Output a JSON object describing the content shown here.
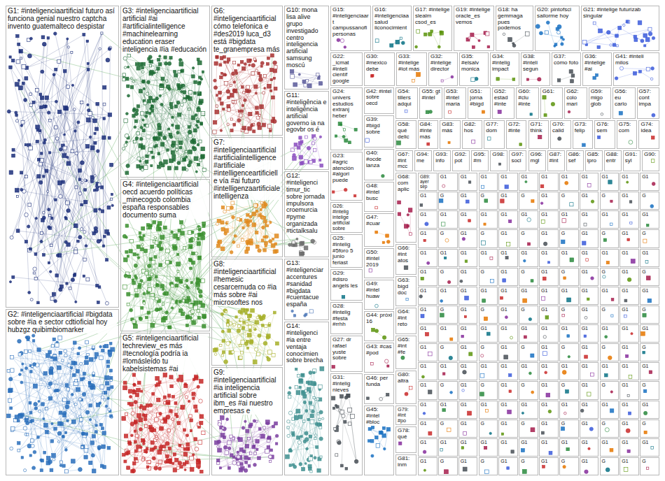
{
  "diagram": {
    "nodes": [
      {
        "text": [
          "G1: #inteligenciaartificial futuro así funciona genial nuestro captcha invento guatemalteco despistar"
        ]
      },
      {
        "text": [
          "G2: #inteligenciaartificial #bigdata sobre #ia e sector cdtioficial hoy hubzgz quibimbiomarker"
        ]
      },
      {
        "text": [
          "G3: #inteligenciaartificial artificial #ai #artificialintelligence #machinelearning education eraser inteligencia #ia #educación"
        ]
      },
      {
        "text": [
          "G4: #inteligenciaartificial oecd acuerdo políticas _minecogob colombia españa responsables documento suma"
        ]
      },
      {
        "text": [
          "G5: #inteligenciaartificial techreview_es más #tecnología podría ia #lomásleído tu kabelsistemas #ai"
        ]
      },
      {
        "text": [
          "G6: #inteligenciaartificial cómo telefonica e #des2019 luca_d3 está #bigdata te_granempresa más"
        ]
      },
      {
        "text": [
          "G7: #inteligenciaartificial #artificialintelligence #artificiale #intelligenceartificielle vía #ai futuro #intelligenzaartificiale intelligenza"
        ]
      },
      {
        "text": [
          "G8: #inteligenciaartificial #hemesic cesarcernuda co #ia más sobre #ai microsoftes nos"
        ]
      },
      {
        "text": [
          "G9: #inteligenciaartificial #ia inteligencia artificial sobre ibm_es #ai nuestro empresas e"
        ]
      },
      {
        "text": [
          "G10: mona lisa alive grupo investigado centro inteligencia artificial samsung moscú"
        ]
      },
      {
        "text": [
          "G11: #inteligência e inteligência artificial governo ia na egovbr os é"
        ]
      },
      {
        "text": [
          "G12: #inteligenci timur_tic sobre jornada impulsora croemurcia #pyme organizada #tictalksalu"
        ]
      },
      {
        "text": [
          "G13: #inteligenciar accentures #sanidad #bigdata #cuentacue españa"
        ]
      },
      {
        "text": [
          "G14: #inteligenci #ia entre ventaja conocimien sobre brecha"
        ]
      },
      {
        "text": [
          "G15: #inteligenciaart campussanofi personas"
        ]
      },
      {
        "text": [
          "G16: #inteligenciaa salud iiconocimient"
        ]
      },
      {
        "text": [
          "G17: #intelige slealm csod_es"
        ]
      },
      {
        "text": [
          "G19: #intelige oracle_es vemos"
        ]
      },
      {
        "text": [
          "G18: ha gemmaga pues podemos"
        ]
      },
      {
        "text": [
          "G20: pintofsci sailorme hoy"
        ]
      },
      {
        "text": [
          "G21: #intelige futurizab singular"
        ]
      },
      {
        "text": [
          "G22: _icmat #inteli científ google"
        ]
      },
      {
        "text": [
          "G30: #mexico debe"
        ]
      },
      {
        "text": [
          "G33: #intelige #iot más"
        ]
      },
      {
        "text": [
          "G32: #intelige director"
        ]
      },
      {
        "text": [
          "G35: #elsalv monica"
        ]
      },
      {
        "text": [
          "G34: #intelig impact"
        ]
      },
      {
        "text": [
          "G38: #inteli segun"
        ]
      },
      {
        "text": [
          "G37: cómo foto"
        ]
      },
      {
        "text": [
          "G36: #intelige #ai"
        ]
      },
      {
        "text": [
          "G41: #inteli milos"
        ]
      },
      {
        "text": [
          "G24: univers estudios extranj heber"
        ]
      },
      {
        "text": [
          "G23: #agric atención #algori puede"
        ]
      },
      {
        "text": [
          "G26: #intelig intelige artificial sobre"
        ]
      },
      {
        "text": [
          "G25: #intelig #5foro 5 junio feriast"
        ]
      },
      {
        "text": [
          "G29: #disro angels les"
        ]
      },
      {
        "text": [
          "G28: #intelig #festa #rrhh"
        ]
      },
      {
        "text": [
          "G27: dr rafael yuste sobre"
        ]
      },
      {
        "text": [
          "G31: #intelig nieves"
        ]
      },
      {
        "text": [
          "G42: #intel sobre oecd"
        ]
      },
      {
        "text": [
          "G39: #bigd sobre"
        ]
      },
      {
        "text": [
          "G40: #ocde lanza"
        ]
      },
      {
        "text": [
          "G48: #intel busc"
        ]
      },
      {
        "text": [
          "G47: #cuar"
        ]
      },
      {
        "text": [
          "G50: #intel 2019"
        ]
      },
      {
        "text": [
          "G49: #intel huaw"
        ]
      },
      {
        "text": [
          "G44: próxi 16"
        ]
      },
      {
        "text": [
          "G43: #cas #pod"
        ]
      },
      {
        "text": [
          "G46: per funda"
        ]
      },
      {
        "text": [
          "G45: #intel #bloc"
        ]
      },
      {
        "text": [
          "G54: tillers adqui"
        ]
      },
      {
        "text": [
          "G55: gt #intel"
        ]
      },
      {
        "text": [
          "G53: #intel maria"
        ]
      },
      {
        "text": [
          "G51: jorna #bigd"
        ]
      },
      {
        "text": [
          "G52: estad #inte"
        ]
      },
      {
        "text": [
          "G60: #clu #inte"
        ]
      },
      {
        "text": [
          "G61:"
        ]
      },
      {
        "text": [
          "G62: colo mari"
        ]
      },
      {
        "text": [
          "G59: migo glob"
        ]
      },
      {
        "text": [
          "G56: eu carlo"
        ]
      },
      {
        "text": [
          "G57: cont impa"
        ]
      },
      {
        "text": [
          "G58: qué delic"
        ]
      },
      {
        "text": [
          "G84: #inte más"
        ]
      },
      {
        "text": [
          "G83: más"
        ]
      },
      {
        "text": [
          "G82: hos"
        ]
      },
      {
        "text": [
          "G77: dom"
        ]
      },
      {
        "text": [
          "G72: #inte"
        ]
      },
      {
        "text": [
          "G71: think"
        ]
      },
      {
        "text": [
          "G70: calid"
        ]
      },
      {
        "text": [
          "G73: felip"
        ]
      },
      {
        "text": [
          "G76: sem"
        ]
      },
      {
        "text": [
          "G75: com"
        ]
      },
      {
        "text": [
          "G74: idea"
        ]
      },
      {
        "text": [
          "G67: #int mcc"
        ]
      },
      {
        "text": [
          "G94: me"
        ]
      },
      {
        "text": [
          "G93: info"
        ]
      },
      {
        "text": [
          "G92: pot"
        ]
      },
      {
        "text": [
          "G95: #m"
        ]
      },
      {
        "text": [
          "G98:"
        ]
      },
      {
        "text": [
          "G97: soci"
        ]
      },
      {
        "text": [
          "G96: mgl"
        ]
      },
      {
        "text": [
          "G87: #int"
        ]
      },
      {
        "text": [
          "G86: sef"
        ]
      },
      {
        "text": [
          "G85: ipro"
        ]
      },
      {
        "text": [
          "G88: entr"
        ]
      },
      {
        "text": [
          "G91: syl"
        ]
      },
      {
        "text": [
          "G90:"
        ]
      },
      {
        "text": [
          "G68: com aplic"
        ]
      },
      {
        "text": [
          "G66: #int atos"
        ]
      },
      {
        "text": [
          "G63: bigd doc"
        ]
      },
      {
        "text": [
          "G64: #int reto"
        ]
      },
      {
        "text": [
          "G65: #int #fe"
        ]
      },
      {
        "text": [
          "G80: altra"
        ]
      },
      {
        "text": [
          "G79: #int #po"
        ]
      },
      {
        "text": [
          "G78: qué"
        ]
      },
      {
        "text": [
          "G81: inm"
        ]
      },
      {
        "text": [
          "G89: ayer sep"
        ]
      },
      {
        "text": [
          "G1"
        ]
      },
      {
        "text": [
          "G1"
        ]
      },
      {
        "text": [
          "G1"
        ]
      },
      {
        "text": [
          "G1"
        ]
      },
      {
        "text": [
          "G1"
        ]
      },
      {
        "text": [
          "G1"
        ]
      },
      {
        "text": [
          "G1"
        ]
      },
      {
        "text": [
          "G1"
        ]
      },
      {
        "text": [
          "G1"
        ]
      },
      {
        "text": [
          "G1"
        ]
      },
      {
        "text": [
          "G1"
        ]
      },
      {
        "text": [
          "G1"
        ]
      },
      {
        "text": [
          "G"
        ]
      },
      {
        "text": [
          "G1"
        ]
      },
      {
        "text": [
          "G"
        ]
      },
      {
        "text": [
          "G1"
        ]
      },
      {
        "text": [
          "G"
        ]
      },
      {
        "text": [
          "G1"
        ]
      },
      {
        "text": [
          "G"
        ]
      },
      {
        "text": [
          "G1"
        ]
      },
      {
        "text": [
          "G"
        ]
      },
      {
        "text": [
          "G1"
        ]
      },
      {
        "text": [
          "G"
        ]
      },
      {
        "text": [
          "G1"
        ]
      },
      {
        "text": [
          "G1"
        ]
      },
      {
        "text": [
          "G1"
        ]
      },
      {
        "text": [
          "G1"
        ]
      },
      {
        "text": [
          "G1"
        ]
      },
      {
        "text": [
          "G1"
        ]
      },
      {
        "text": [
          "G1"
        ]
      },
      {
        "text": [
          "G1"
        ]
      },
      {
        "text": [
          "G1"
        ]
      },
      {
        "text": [
          "G1"
        ]
      },
      {
        "text": [
          "G1"
        ]
      },
      {
        "text": [
          "G1"
        ]
      },
      {
        "text": [
          "G1"
        ]
      },
      {
        "text": [
          "G"
        ]
      },
      {
        "text": [
          "G1"
        ]
      },
      {
        "text": [
          "G"
        ]
      },
      {
        "text": [
          "G1"
        ]
      },
      {
        "text": [
          "G"
        ]
      },
      {
        "text": [
          "G1"
        ]
      },
      {
        "text": [
          "G"
        ]
      },
      {
        "text": [
          "G1"
        ]
      },
      {
        "text": [
          "G"
        ]
      },
      {
        "text": [
          "G1"
        ]
      },
      {
        "text": [
          "G"
        ]
      },
      {
        "text": [
          "G1"
        ]
      },
      {
        "text": [
          "G1"
        ]
      },
      {
        "text": [
          "G1"
        ]
      },
      {
        "text": [
          "G1"
        ]
      },
      {
        "text": [
          "G1"
        ]
      },
      {
        "text": [
          "G1"
        ]
      },
      {
        "text": [
          "G1"
        ]
      },
      {
        "text": [
          "G1"
        ]
      },
      {
        "text": [
          "G1"
        ]
      },
      {
        "text": [
          "G1"
        ]
      },
      {
        "text": [
          "G1"
        ]
      },
      {
        "text": [
          "G1"
        ]
      },
      {
        "text": [
          "G1"
        ]
      },
      {
        "text": [
          "G"
        ]
      },
      {
        "text": [
          "G1"
        ]
      },
      {
        "text": [
          "G"
        ]
      },
      {
        "text": [
          "G1"
        ]
      },
      {
        "text": [
          "G"
        ]
      },
      {
        "text": [
          "G1"
        ]
      },
      {
        "text": [
          "G"
        ]
      },
      {
        "text": [
          "G1"
        ]
      },
      {
        "text": [
          "G"
        ]
      },
      {
        "text": [
          "G1"
        ]
      },
      {
        "text": [
          "G"
        ]
      },
      {
        "text": [
          "G1"
        ]
      },
      {
        "text": [
          "G1"
        ]
      },
      {
        "text": [
          "G1"
        ]
      },
      {
        "text": [
          "G1"
        ]
      },
      {
        "text": [
          "G1"
        ]
      },
      {
        "text": [
          "G1"
        ]
      },
      {
        "text": [
          "G1"
        ]
      },
      {
        "text": [
          "G1"
        ]
      },
      {
        "text": [
          "G1"
        ]
      },
      {
        "text": [
          "G1"
        ]
      },
      {
        "text": [
          "G1"
        ]
      },
      {
        "text": [
          "G1"
        ]
      },
      {
        "text": [
          "G1"
        ]
      },
      {
        "text": [
          "G"
        ]
      },
      {
        "text": [
          "G1"
        ]
      },
      {
        "text": [
          "G"
        ]
      },
      {
        "text": [
          "G1"
        ]
      },
      {
        "text": [
          "G"
        ]
      },
      {
        "text": [
          "G1"
        ]
      },
      {
        "text": [
          "G"
        ]
      },
      {
        "text": [
          "G1"
        ]
      },
      {
        "text": [
          "G"
        ]
      },
      {
        "text": [
          "G1"
        ]
      },
      {
        "text": [
          "G"
        ]
      },
      {
        "text": [
          "G1"
        ]
      },
      {
        "text": [
          "G1"
        ]
      },
      {
        "text": [
          "G1"
        ]
      },
      {
        "text": [
          "G1"
        ]
      },
      {
        "text": [
          "G1"
        ]
      },
      {
        "text": [
          "G1"
        ]
      },
      {
        "text": [
          "G1"
        ]
      },
      {
        "text": [
          "G1"
        ]
      },
      {
        "text": [
          "G1"
        ]
      },
      {
        "text": [
          "G1"
        ]
      },
      {
        "text": [
          "G1"
        ]
      },
      {
        "text": [
          "G1"
        ]
      },
      {
        "text": [
          "G1"
        ]
      },
      {
        "text": [
          "G"
        ]
      },
      {
        "text": [
          "G1"
        ]
      },
      {
        "text": [
          "G"
        ]
      },
      {
        "text": [
          "G1"
        ]
      },
      {
        "text": [
          "G"
        ]
      },
      {
        "text": [
          "G1"
        ]
      },
      {
        "text": [
          "G"
        ]
      },
      {
        "text": [
          "G1"
        ]
      },
      {
        "text": [
          "G"
        ]
      },
      {
        "text": [
          "G1"
        ]
      },
      {
        "text": [
          "G"
        ]
      },
      {
        "text": [
          "G1"
        ]
      },
      {
        "text": [
          "G1"
        ]
      },
      {
        "text": [
          "G1"
        ]
      },
      {
        "text": [
          "G1"
        ]
      },
      {
        "text": [
          "G1"
        ]
      },
      {
        "text": [
          "G1"
        ]
      },
      {
        "text": [
          "G1"
        ]
      },
      {
        "text": [
          "G1"
        ]
      },
      {
        "text": [
          "G1"
        ]
      },
      {
        "text": [
          "G1"
        ]
      },
      {
        "text": [
          "G1"
        ]
      },
      {
        "text": [
          "G1"
        ]
      },
      {
        "text": [
          "G1"
        ]
      },
      {
        "text": [
          "G"
        ]
      },
      {
        "text": [
          "G1"
        ]
      },
      {
        "text": [
          "G"
        ]
      },
      {
        "text": [
          "G1"
        ]
      },
      {
        "text": [
          "G"
        ]
      },
      {
        "text": [
          "G1"
        ]
      },
      {
        "text": [
          "G"
        ]
      },
      {
        "text": [
          "G1"
        ]
      },
      {
        "text": [
          "G"
        ]
      },
      {
        "text": [
          "G1"
        ]
      },
      {
        "text": [
          "G"
        ]
      },
      {
        "text": [
          "G1"
        ]
      },
      {
        "text": [
          "G1"
        ]
      },
      {
        "text": [
          "G1"
        ]
      },
      {
        "text": [
          "G1"
        ]
      },
      {
        "text": [
          "G1"
        ]
      },
      {
        "text": [
          "G1"
        ]
      },
      {
        "text": [
          "G1"
        ]
      },
      {
        "text": [
          "G1"
        ]
      },
      {
        "text": [
          "G1"
        ]
      },
      {
        "text": [
          "G1"
        ]
      },
      {
        "text": [
          "G1"
        ]
      },
      {
        "text": [
          "G1"
        ]
      },
      {
        "text": [
          "G1"
        ]
      },
      {
        "text": [
          "G"
        ]
      },
      {
        "text": [
          "G1"
        ]
      },
      {
        "text": [
          "G"
        ]
      },
      {
        "text": [
          "G1"
        ]
      },
      {
        "text": [
          "G"
        ]
      },
      {
        "text": [
          "G1"
        ]
      },
      {
        "text": [
          "G"
        ]
      },
      {
        "text": [
          "G1"
        ]
      },
      {
        "text": [
          "G"
        ]
      },
      {
        "text": [
          "G1"
        ]
      },
      {
        "text": [
          "G"
        ]
      },
      {
        "text": [
          "G1"
        ]
      },
      {
        "text": [
          "G1"
        ]
      },
      {
        "text": [
          "G1"
        ]
      },
      {
        "text": [
          "G1"
        ]
      },
      {
        "text": [
          "G1"
        ]
      },
      {
        "text": [
          "G1"
        ]
      },
      {
        "text": [
          "G1"
        ]
      },
      {
        "text": [
          "G1"
        ]
      },
      {
        "text": [
          "G1"
        ]
      },
      {
        "text": [
          "G1"
        ]
      },
      {
        "text": [
          "G1"
        ]
      },
      {
        "text": [
          "G1"
        ]
      },
      {
        "text": [
          "G1"
        ]
      },
      {
        "text": [
          "G"
        ]
      },
      {
        "text": [
          "G1"
        ]
      },
      {
        "text": [
          "G"
        ]
      },
      {
        "text": [
          "G1"
        ]
      },
      {
        "text": [
          "G"
        ]
      },
      {
        "text": [
          "G1"
        ]
      },
      {
        "text": [
          "G"
        ]
      },
      {
        "text": [
          "G1"
        ]
      },
      {
        "text": [
          "G"
        ]
      },
      {
        "text": [
          "G1"
        ]
      },
      {
        "text": [
          "G"
        ]
      }
    ]
  }
}
